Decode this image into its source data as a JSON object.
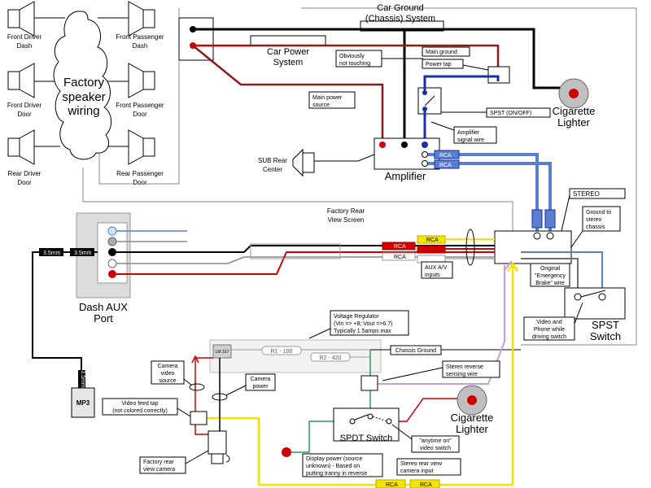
{
  "speakers": {
    "front_driver": [
      "Front Driver",
      "Dash"
    ],
    "front_passenger": [
      "Front Passenger",
      "Dash"
    ],
    "front_driver_door": [
      "Front Driver",
      "Door"
    ],
    "front_passenger_door": [
      "Front Passenger",
      "Door"
    ],
    "rear_driver": [
      "Rear Driver",
      "Door"
    ],
    "rear_passenger": [
      "Rear Passenger",
      "Door"
    ]
  },
  "cloud": [
    "Factory",
    "speaker",
    "wiring"
  ],
  "top": {
    "car_ground": [
      "Car Ground",
      "(Chassis) System"
    ],
    "car_power": [
      "Car Power",
      "System"
    ],
    "not_touching": [
      "Obviously",
      "not touching"
    ],
    "main_ground": "Main ground",
    "power_tap": "Power tap",
    "main_power": [
      "Main power",
      "source"
    ],
    "spst_onoff": "SPST (ON/OFF)",
    "amp_signal": [
      "Amplifier",
      "signal wire"
    ],
    "cig1": [
      "Cigarette",
      "Lighter"
    ]
  },
  "amp": {
    "label": "Amplifier",
    "sub": [
      "SUB Rear",
      "Center"
    ],
    "rca": "RCA"
  },
  "stereo": {
    "label": "STEREO",
    "ground": [
      "Ground to",
      "stereo",
      "chassis"
    ],
    "rca": "RCA"
  },
  "factory_screen": [
    "Factory Rear",
    "View Screen"
  ],
  "aux": {
    "label": [
      "Dash AUX",
      "Port"
    ],
    "plug1": "3.5mm",
    "plug2": "3.5mm",
    "rca": "RCA",
    "inputs": [
      "AUX A/V",
      "inputs"
    ]
  },
  "switches": {
    "brake": [
      "Original",
      "\"Emergency",
      "Brake\" wire"
    ],
    "video_phone": [
      "Video and",
      "Phone while",
      "driving switch"
    ],
    "spst": [
      "SPST",
      "Switch"
    ],
    "spdt": "SPDT Switch",
    "anytime": [
      "\"anytime on\"",
      "video switch"
    ]
  },
  "regulator": {
    "title": [
      "Voltage Regulator",
      "(Vin => +8; Vout =>6.7)",
      "Typically 1.5amps max"
    ],
    "r1": "R1 - 100",
    "r2": "R2 - 420",
    "chassis": "Chassis Ground",
    "chip": "LM 317"
  },
  "camera": {
    "video_source": [
      "Camera",
      "video",
      "source"
    ],
    "power": [
      "Camera",
      "power"
    ],
    "feed_tap": [
      "Video feed tap",
      "(not colored correctly)"
    ],
    "factory": [
      "Factory rear",
      "view camera"
    ],
    "display_power": [
      "Display power (source",
      "unknown) - Based on",
      "putting tranny in reverse"
    ],
    "stereo_reverse": [
      "Stereo reverse",
      "sensing wire"
    ],
    "stereo_cam": [
      "Stereo rear view",
      "camera input"
    ],
    "rca": "RCA"
  },
  "mp3": {
    "label": "MP3",
    "plug": "3.5mm"
  },
  "cig2": [
    "Cigarette",
    "Lighter"
  ],
  "colors": {
    "power": "#8b1a1a",
    "red": "#d00000",
    "blue": "#1a2ea8",
    "rca_blue": "#5b7fd0",
    "yellow": "#f2e600",
    "violet": "#c89be8",
    "green": "#2e9a5a",
    "gray": "#6f6f6f"
  }
}
